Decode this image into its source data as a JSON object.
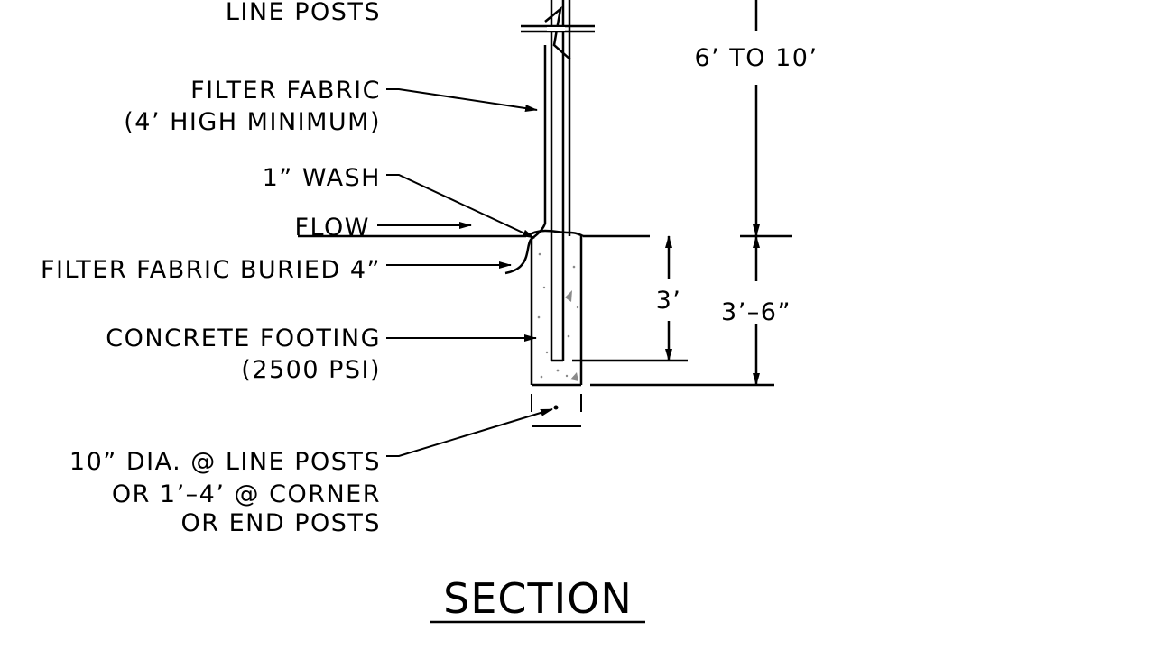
{
  "labels": {
    "line_posts_top": "LINE POSTS",
    "filter_fabric_1": "FILTER FABRIC",
    "filter_fabric_2": "(4’ HIGH MINIMUM)",
    "wash": "1” WASH",
    "flow": "FLOW",
    "fabric_buried": "FILTER FABRIC BURIED 4”",
    "footing_1": "CONCRETE FOOTING",
    "footing_2": "(2500 PSI)",
    "dia_1": "10” DIA. @ LINE POSTS",
    "dia_2": "OR 1’–4’ @ CORNER",
    "dia_3": "OR END POSTS"
  },
  "dimensions": {
    "post_height": "6’ TO 10’",
    "embed_depth": "3’",
    "footing_depth": "3’–6”"
  },
  "title": "SECTION"
}
